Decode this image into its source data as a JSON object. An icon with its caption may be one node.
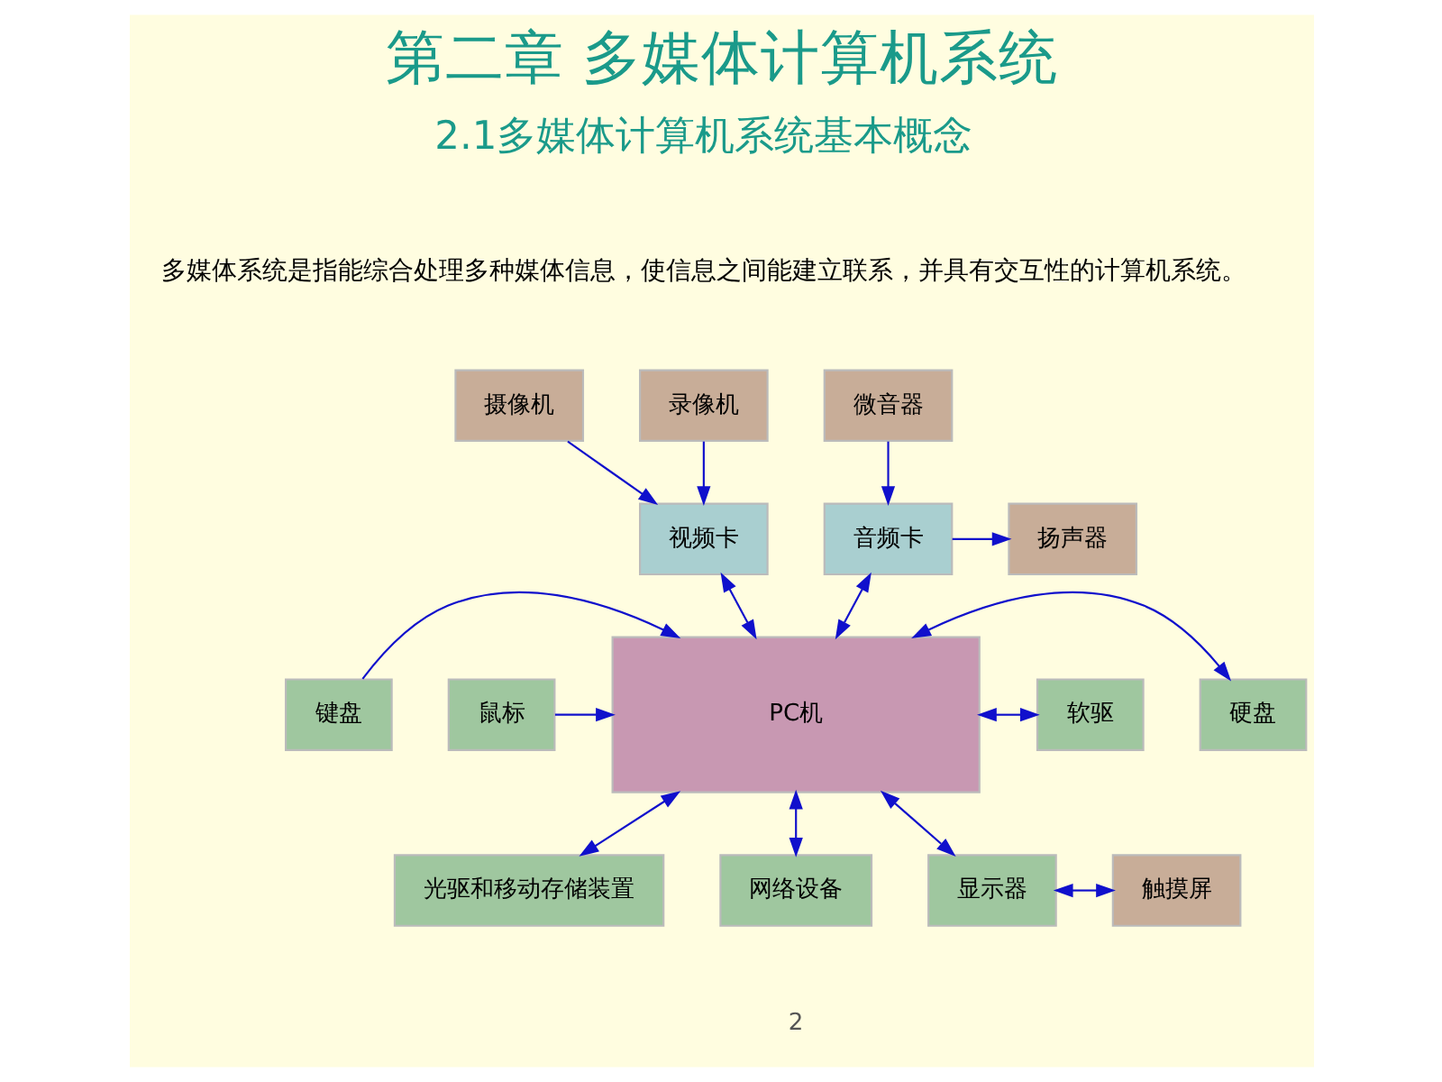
{
  "diagram": {
    "title": "第二章 多媒体计算机系统",
    "nodes": [
      {
        "text": [
          "摄像机"
        ]
      },
      {
        "text": [
          "录像机"
        ]
      },
      {
        "text": [
          "微音器"
        ]
      },
      {
        "text": [
          "视频卡"
        ]
      },
      {
        "text": [
          "音频卡"
        ]
      },
      {
        "text": [
          "扬声器"
        ]
      },
      {
        "text": [
          "键盘"
        ]
      },
      {
        "text": [
          "PC机"
        ]
      },
      {
        "text": [
          "硬盘"
        ]
      },
      {
        "text": [
          "鼠标"
        ]
      },
      {
        "text": [
          "软驱"
        ]
      },
      {
        "text": [
          "光驱和移动存储装置"
        ]
      },
      {
        "text": [
          "网络设备"
        ]
      },
      {
        "text": [
          "显示器"
        ]
      },
      {
        "text": [
          "触摸屏"
        ]
      }
    ],
    "edges": [
      {
        "from": 0,
        "to": 3,
        "arrow": "to"
      },
      {
        "from": 1,
        "to": 3,
        "arrow": "to"
      },
      {
        "from": 2,
        "to": 4,
        "arrow": "to"
      },
      {
        "from": 4,
        "to": 5,
        "arrow": "to"
      },
      {
        "from": 3,
        "to": 7,
        "arrow": "both"
      },
      {
        "from": 4,
        "to": 7,
        "arrow": "both"
      },
      {
        "from": 6,
        "to": 7,
        "arrow": "to"
      },
      {
        "from": 7,
        "to": 8,
        "arrow": "both"
      },
      {
        "from": 9,
        "to": 7,
        "arrow": "to"
      },
      {
        "from": 7,
        "to": 10,
        "arrow": "both"
      },
      {
        "from": 7,
        "to": 11,
        "arrow": "both"
      },
      {
        "from": 7,
        "to": 12,
        "arrow": "both"
      },
      {
        "from": 7,
        "to": 13,
        "arrow": "both"
      },
      {
        "from": 13,
        "to": 14,
        "arrow": "both"
      }
    ],
    "labels": [
      "2.1多媒体计算机系统基本概念",
      "多媒体系统是指能综合处理多种媒体信息，使信息之间能建立联系，并具有交互性的计算机系统。",
      "2"
    ]
  }
}
